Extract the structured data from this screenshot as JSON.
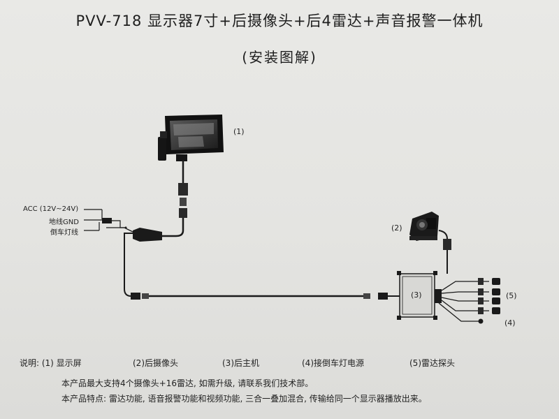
{
  "title": "PVV-718 显示器7寸+后摄像头+后4雷达+声音报警一体机",
  "subtitle": "(安装图解)",
  "wire_labels": {
    "acc": "ACC (12V~24V)",
    "gnd": "地线GND",
    "reverse": "倒车灯线"
  },
  "component_numbers": {
    "monitor": "(1)",
    "camera": "(2)",
    "host": "(3)",
    "sensors": "(5)",
    "power": "(4)"
  },
  "legend": {
    "prefix": "说明: (1) 显示屏",
    "item2": "(2)后摄像头",
    "item3": "(3)后主机",
    "item4": "(4)接倒车灯电源",
    "item5": "(5)雷达探头"
  },
  "notes": {
    "line1": "本产品最大支持4个摄像头+16雷达, 如需升级, 请联系我们技术部。",
    "line2": "本产品特点: 雷达功能, 语音报警功能和视频功能, 三合一叠加混合, 传输给同一个显示器播放出来。"
  }
}
